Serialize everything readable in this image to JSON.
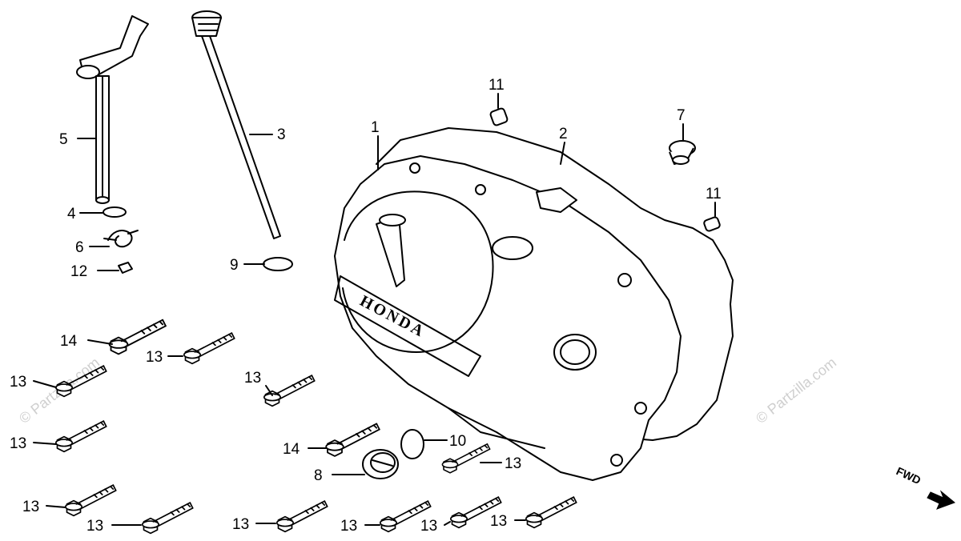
{
  "watermark": "© Partzilla.com",
  "brand_on_cover": "HONDA",
  "direction_label": "FWD",
  "callouts": {
    "c1": "1",
    "c2": "2",
    "c3": "3",
    "c4": "4",
    "c5": "5",
    "c6": "6",
    "c7": "7",
    "c8": "8",
    "c9": "9",
    "c10": "10",
    "c11a": "11",
    "c11b": "11",
    "c12": "12",
    "c13a": "13",
    "c13b": "13",
    "c13c": "13",
    "c13d": "13",
    "c13e": "13",
    "c13f": "13",
    "c13g": "13",
    "c13h": "13",
    "c13i": "13",
    "c13j": "13",
    "c13k": "13",
    "c14a": "14",
    "c14b": "14"
  }
}
